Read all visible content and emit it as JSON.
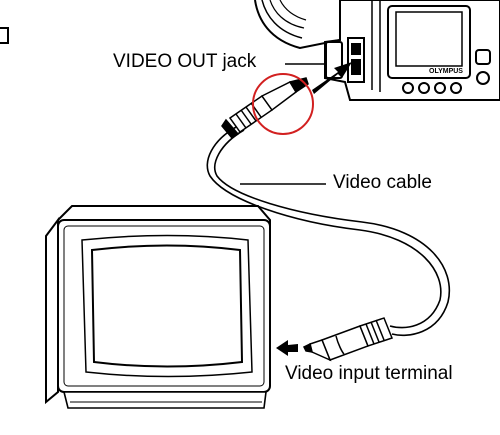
{
  "labels": {
    "video_out_jack": "VIDEO OUT jack",
    "video_cable": "Video cable",
    "video_input_terminal": "Video input terminal",
    "camera_brand": "OLYMPUS"
  },
  "highlight_color": "#d22020",
  "icons": [
    "camera-icon",
    "television-icon",
    "av-plug-icon",
    "rca-plug-icon",
    "arrow-icon"
  ]
}
